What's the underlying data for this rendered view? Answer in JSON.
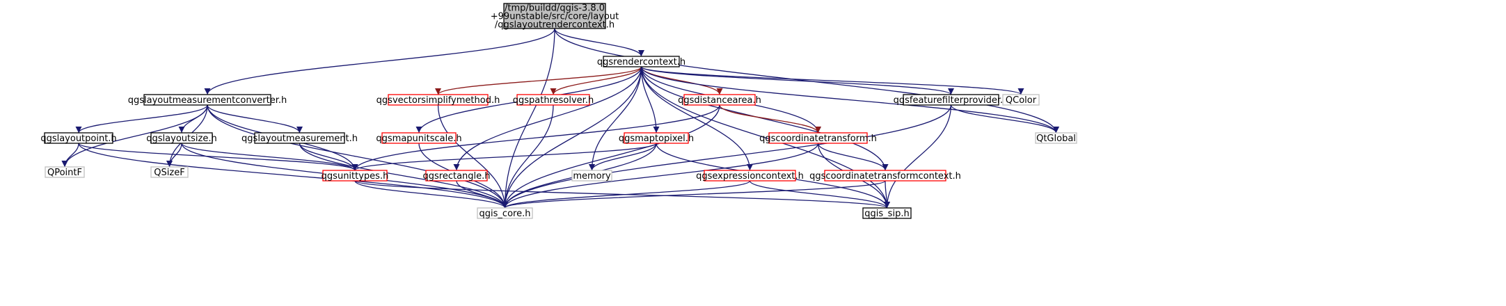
{
  "diagram": {
    "colors": {
      "default_border": "#000000",
      "red_border": "#ff0000",
      "gray_border": "#bfbfbf",
      "root_fill": "#bfbfbf",
      "edge_blue": "#191970",
      "edge_red": "#8b1a1a"
    },
    "nodes": [
      {
        "id": "root",
        "lines": [
          "/tmp/buildd/qgis-3.8.0",
          "+99unstable/src/core/layout",
          "/qgslayoutrendercontext.h"
        ],
        "style": "root"
      },
      {
        "id": "qgsrendercontext",
        "lines": [
          "qgsrendercontext.h"
        ],
        "style": "black"
      },
      {
        "id": "qgslayoutmeasurementconverter",
        "lines": [
          "qgslayoutmeasurementconverter.h"
        ],
        "style": "black"
      },
      {
        "id": "qgsvectorsimplifymethod",
        "lines": [
          "qgsvectorsimplifymethod.h"
        ],
        "style": "red"
      },
      {
        "id": "qgspathresolver",
        "lines": [
          "qgspathresolver.h"
        ],
        "style": "red"
      },
      {
        "id": "qgsdistancearea",
        "lines": [
          "qgsdistancearea.h"
        ],
        "style": "red"
      },
      {
        "id": "qgsfeaturefilterprovider",
        "lines": [
          "qgsfeaturefilterprovider.h"
        ],
        "style": "black"
      },
      {
        "id": "qcolor",
        "lines": [
          "QColor"
        ],
        "style": "gray"
      },
      {
        "id": "qglobal",
        "lines": [
          "QtGlobal"
        ],
        "style": "gray"
      },
      {
        "id": "qgslayoutpoint",
        "lines": [
          "qgslayoutpoint.h"
        ],
        "style": "black"
      },
      {
        "id": "qgslayoutsize",
        "lines": [
          "qgslayoutsize.h"
        ],
        "style": "black"
      },
      {
        "id": "qgslayoutmeasurement",
        "lines": [
          "qgslayoutmeasurement.h"
        ],
        "style": "black"
      },
      {
        "id": "qgsmapunitscale",
        "lines": [
          "qgsmapunitscale.h"
        ],
        "style": "red"
      },
      {
        "id": "qgsmaptopixel",
        "lines": [
          "qgsmaptopixel.h"
        ],
        "style": "red"
      },
      {
        "id": "qgscoordinatetransform",
        "lines": [
          "qgscoordinatetransform.h"
        ],
        "style": "red"
      },
      {
        "id": "qpointf",
        "lines": [
          "QPointF"
        ],
        "style": "gray"
      },
      {
        "id": "qsizef",
        "lines": [
          "QSizeF"
        ],
        "style": "gray"
      },
      {
        "id": "qgsunittypes",
        "lines": [
          "qgsunittypes.h"
        ],
        "style": "red"
      },
      {
        "id": "qgsrectangle",
        "lines": [
          "qgsrectangle.h"
        ],
        "style": "red"
      },
      {
        "id": "memory",
        "lines": [
          "memory"
        ],
        "style": "gray"
      },
      {
        "id": "qgsexpressioncontext",
        "lines": [
          "qgsexpressioncontext.h"
        ],
        "style": "red"
      },
      {
        "id": "qgscoordinatetransformcontext",
        "lines": [
          "qgscoordinatetransformcontext.h"
        ],
        "style": "red"
      },
      {
        "id": "qgis_core",
        "lines": [
          "qgis_core.h"
        ],
        "style": "gray"
      },
      {
        "id": "qgis_sip",
        "lines": [
          "qgis_sip.h"
        ],
        "style": "black"
      }
    ],
    "edges": [
      {
        "from": "root",
        "to": "qgsrendercontext",
        "color": "blue"
      },
      {
        "from": "root",
        "to": "qgslayoutmeasurementconverter",
        "color": "blue"
      },
      {
        "from": "root",
        "to": "qgis_core",
        "color": "blue"
      },
      {
        "from": "root",
        "to": "qglobal",
        "color": "blue"
      },
      {
        "from": "qgsrendercontext",
        "to": "qgsvectorsimplifymethod",
        "color": "red"
      },
      {
        "from": "qgsrendercontext",
        "to": "qgspathresolver",
        "color": "red"
      },
      {
        "from": "qgsrendercontext",
        "to": "qgsdistancearea",
        "color": "red"
      },
      {
        "from": "qgsrendercontext",
        "to": "qgsfeaturefilterprovider",
        "color": "blue"
      },
      {
        "from": "qgsrendercontext",
        "to": "qcolor",
        "color": "blue"
      },
      {
        "from": "qgsrendercontext",
        "to": "qgsmapunitscale",
        "color": "blue"
      },
      {
        "from": "qgsrendercontext",
        "to": "qgsrectangle",
        "color": "blue"
      },
      {
        "from": "qgsrendercontext",
        "to": "qgsmaptopixel",
        "color": "blue"
      },
      {
        "from": "qgsrendercontext",
        "to": "memory",
        "color": "blue"
      },
      {
        "from": "qgsrendercontext",
        "to": "qgsexpressioncontext",
        "color": "blue"
      },
      {
        "from": "qgsrendercontext",
        "to": "qgscoordinatetransform",
        "color": "blue"
      },
      {
        "from": "qgsrendercontext",
        "to": "qgscoordinatetransformcontext",
        "color": "blue"
      },
      {
        "from": "qgsrendercontext",
        "to": "qgis_core",
        "color": "blue"
      },
      {
        "from": "qgsrendercontext",
        "to": "qgis_sip",
        "color": "blue"
      },
      {
        "from": "qgsrendercontext",
        "to": "qglobal",
        "color": "blue"
      },
      {
        "from": "qgslayoutmeasurementconverter",
        "to": "qgslayoutpoint",
        "color": "blue"
      },
      {
        "from": "qgslayoutmeasurementconverter",
        "to": "qgslayoutsize",
        "color": "blue"
      },
      {
        "from": "qgslayoutmeasurementconverter",
        "to": "qgslayoutmeasurement",
        "color": "blue"
      },
      {
        "from": "qgslayoutmeasurementconverter",
        "to": "qpointf",
        "color": "blue"
      },
      {
        "from": "qgslayoutmeasurementconverter",
        "to": "qsizef",
        "color": "blue"
      },
      {
        "from": "qgslayoutmeasurementconverter",
        "to": "qgsunittypes",
        "color": "blue"
      },
      {
        "from": "qgslayoutmeasurementconverter",
        "to": "qgis_core",
        "color": "blue"
      },
      {
        "from": "qgslayoutpoint",
        "to": "qpointf",
        "color": "blue"
      },
      {
        "from": "qgslayoutpoint",
        "to": "qgsunittypes",
        "color": "blue"
      },
      {
        "from": "qgslayoutpoint",
        "to": "qgis_core",
        "color": "blue"
      },
      {
        "from": "qgslayoutsize",
        "to": "qsizef",
        "color": "blue"
      },
      {
        "from": "qgslayoutsize",
        "to": "qgsunittypes",
        "color": "blue"
      },
      {
        "from": "qgslayoutsize",
        "to": "qgis_core",
        "color": "blue"
      },
      {
        "from": "qgslayoutmeasurement",
        "to": "qgsunittypes",
        "color": "blue"
      },
      {
        "from": "qgslayoutmeasurement",
        "to": "qgis_core",
        "color": "blue"
      },
      {
        "from": "qgsunittypes",
        "to": "qgis_core",
        "color": "blue"
      },
      {
        "from": "qgsunittypes",
        "to": "qgis_sip",
        "color": "blue"
      },
      {
        "from": "qgsvectorsimplifymethod",
        "to": "qgis_core",
        "color": "blue"
      },
      {
        "from": "qgspathresolver",
        "to": "qgis_core",
        "color": "blue"
      },
      {
        "from": "qgsdistancearea",
        "to": "qgsunittypes",
        "color": "blue"
      },
      {
        "from": "qgsdistancearea",
        "to": "qgscoordinatetransform",
        "color": "red"
      },
      {
        "from": "qgsdistancearea",
        "to": "qgis_core",
        "color": "blue"
      },
      {
        "from": "qgsmapunitscale",
        "to": "qgis_core",
        "color": "blue"
      },
      {
        "from": "qgsrectangle",
        "to": "qgis_core",
        "color": "blue"
      },
      {
        "from": "qgsmaptopixel",
        "to": "qgsunittypes",
        "color": "blue"
      },
      {
        "from": "qgsmaptopixel",
        "to": "memory",
        "color": "blue"
      },
      {
        "from": "qgsmaptopixel",
        "to": "qgis_core",
        "color": "blue"
      },
      {
        "from": "qgsmaptopixel",
        "to": "qgis_sip",
        "color": "blue"
      },
      {
        "from": "qgsexpressioncontext",
        "to": "qgis_core",
        "color": "blue"
      },
      {
        "from": "qgsexpressioncontext",
        "to": "qgis_sip",
        "color": "blue"
      },
      {
        "from": "qgscoordinatetransform",
        "to": "qgscoordinatetransformcontext",
        "color": "blue"
      },
      {
        "from": "qgscoordinatetransform",
        "to": "qgis_core",
        "color": "blue"
      },
      {
        "from": "qgscoordinatetransform",
        "to": "qgis_sip",
        "color": "blue"
      },
      {
        "from": "qgscoordinatetransformcontext",
        "to": "qgis_core",
        "color": "blue"
      },
      {
        "from": "qgscoordinatetransformcontext",
        "to": "qgis_sip",
        "color": "blue"
      },
      {
        "from": "qgsfeaturefilterprovider",
        "to": "qglobal",
        "color": "blue"
      },
      {
        "from": "qgsfeaturefilterprovider",
        "to": "qgis_sip",
        "color": "blue"
      },
      {
        "from": "qgsfeaturefilterprovider",
        "to": "qgis_core",
        "color": "blue"
      }
    ]
  }
}
